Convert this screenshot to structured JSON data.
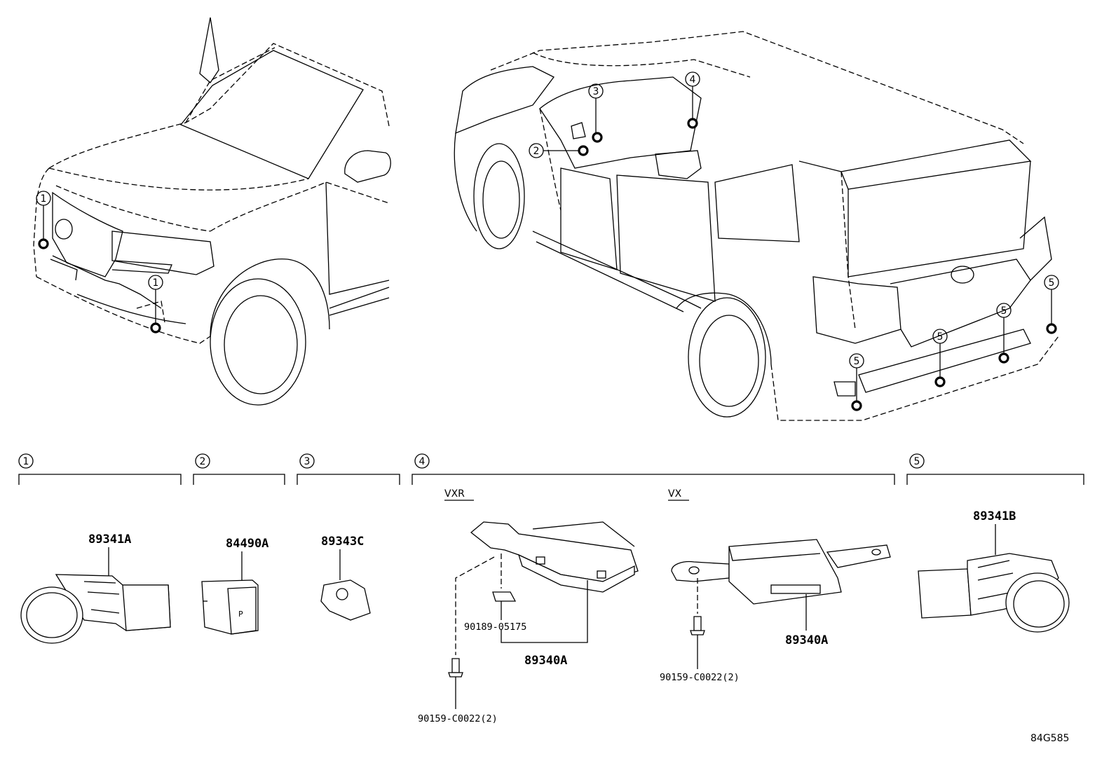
{
  "callouts": {
    "c1": "1",
    "c2": "2",
    "c3": "3",
    "c4": "4",
    "c5": "5"
  },
  "groups": {
    "g1": "1",
    "g2": "2",
    "g3": "3",
    "g4": "4",
    "g5": "5"
  },
  "variants": {
    "vxr": "VXR",
    "vx": "VX"
  },
  "parts": {
    "p89341A": "89341A",
    "p84490A": "84490A",
    "p89343C": "89343C",
    "p89340A_vxr": "89340A",
    "p89340A_vx": "89340A",
    "p89341B": "89341B",
    "p90189": "90189-05175",
    "p90159_vxr": "90159-C0022(2)",
    "p90159_vx": "90159-C0022(2)"
  },
  "diagram_code": "84G585",
  "icons": [
    "front-vehicle-illustration",
    "rear-vehicle-illustration",
    "clearance-sensor-icon",
    "switch-icon",
    "buzzer-icon",
    "ecu-icon",
    "bolt-icon",
    "nut-icon"
  ]
}
